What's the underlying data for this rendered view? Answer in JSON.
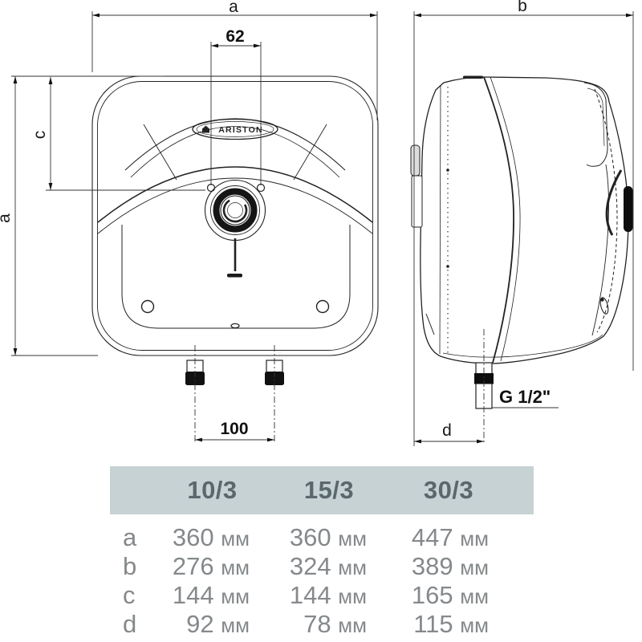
{
  "drawing": {
    "logo_text": "ARISTON",
    "dims": {
      "a_top": "a",
      "b_top": "b",
      "a_left": "a",
      "c_left": "c",
      "width_62": "62",
      "width_100": "100",
      "d_bottom": "d",
      "thread": "G 1/2\""
    }
  },
  "table": {
    "unit": "мм",
    "columns": [
      "10/3",
      "15/3",
      "30/3"
    ],
    "rows": [
      {
        "label": "a",
        "values": [
          "360",
          "360",
          "447"
        ]
      },
      {
        "label": "b",
        "values": [
          "276",
          "324",
          "389"
        ]
      },
      {
        "label": "c",
        "values": [
          "144",
          "144",
          "165"
        ]
      },
      {
        "label": "d",
        "values": [
          "92",
          "78",
          "115"
        ]
      }
    ]
  },
  "colors": {
    "header_bg": "#c6d2d4",
    "header_text": "#5a676d",
    "value_text": "#85898c",
    "line": "#222222"
  }
}
